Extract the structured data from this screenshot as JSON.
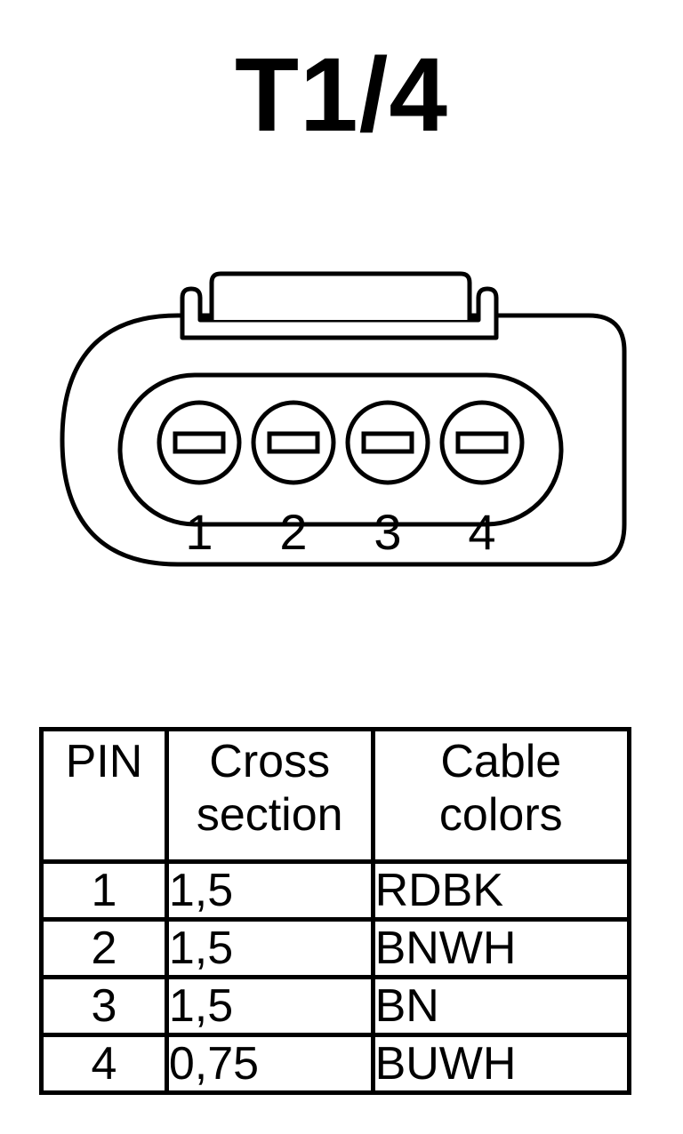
{
  "title": "T1/4",
  "connector": {
    "pin_labels": [
      "1",
      "2",
      "3",
      "4"
    ]
  },
  "table": {
    "headers": {
      "pin": [
        "PIN"
      ],
      "cross_section": [
        "Cross",
        "section"
      ],
      "cable_colors": [
        "Cable",
        "colors"
      ]
    },
    "rows": [
      {
        "pin": "1",
        "cross_section": "1,5",
        "cable_colors": "RDBK"
      },
      {
        "pin": "2",
        "cross_section": "1,5",
        "cable_colors": "BNWH"
      },
      {
        "pin": "3",
        "cross_section": "1,5",
        "cable_colors": "BN"
      },
      {
        "pin": "4",
        "cross_section": "0,75",
        "cable_colors": "BUWH"
      }
    ]
  },
  "colors": {
    "line": "#000000",
    "background": "#ffffff"
  }
}
